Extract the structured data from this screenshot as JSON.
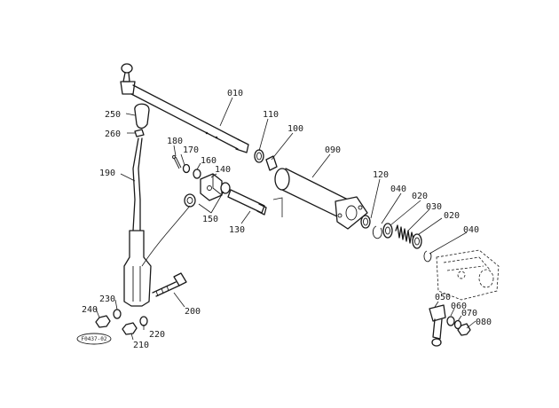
{
  "callouts": {
    "c010": "010",
    "c020a": "020",
    "c020b": "020",
    "c030": "030",
    "c040a": "040",
    "c040b": "040",
    "c050": "050",
    "c060": "060",
    "c070": "070",
    "c080": "080",
    "c090": "090",
    "c100": "100",
    "c110": "110",
    "c120": "120",
    "c130": "130",
    "c140": "140",
    "c150": "150",
    "c160": "160",
    "c170": "170",
    "c180": "180",
    "c190": "190",
    "c200": "200",
    "c210": "210",
    "c220": "220",
    "c230": "230",
    "c240": "240",
    "c250": "250",
    "c260": "260"
  },
  "reference_code": "F0437-02"
}
